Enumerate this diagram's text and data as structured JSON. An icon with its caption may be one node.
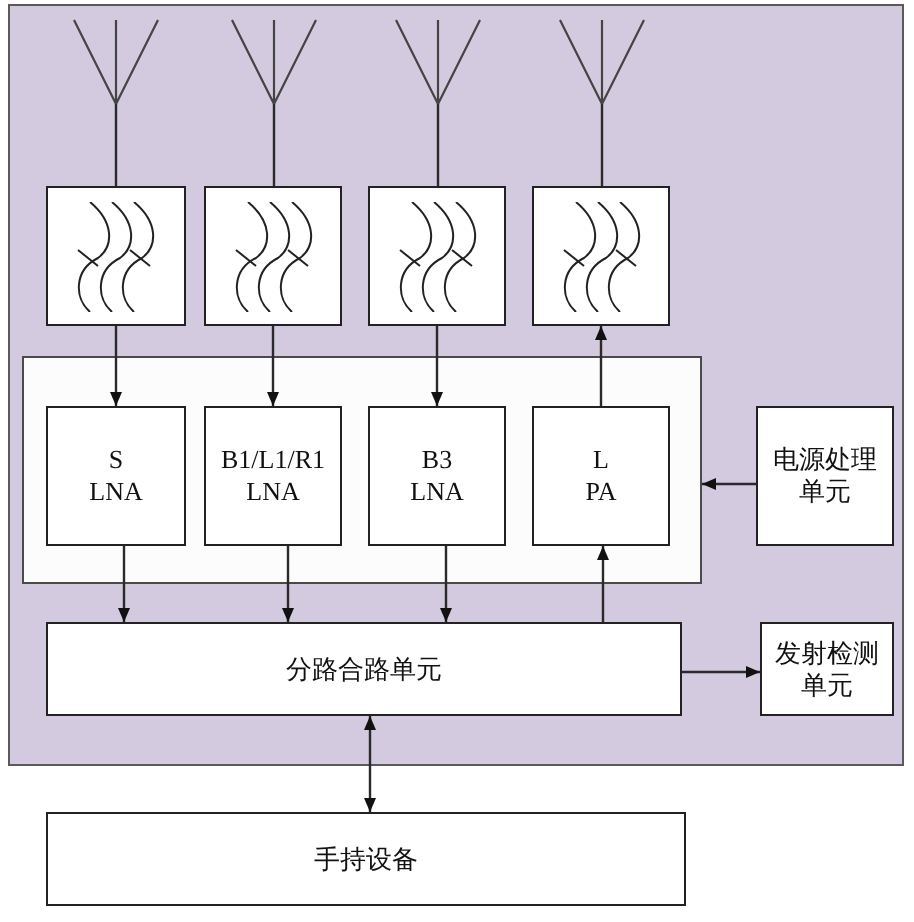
{
  "diagram": {
    "nodes": [
      {
        "text": [],
        "shape": "box"
      },
      {
        "text": [],
        "shape": "antenna",
        "in": 0
      },
      {
        "text": [],
        "shape": "antenna",
        "in": 0
      },
      {
        "text": [],
        "shape": "antenna",
        "in": 0
      },
      {
        "text": [],
        "shape": "antenna",
        "in": 0
      },
      {
        "text": [],
        "shape": "box",
        "in": 0
      },
      {
        "text": [],
        "shape": "box",
        "in": 0
      },
      {
        "text": [],
        "shape": "box",
        "in": 0
      },
      {
        "text": [],
        "shape": "box",
        "in": 0
      },
      {
        "text": [],
        "shape": "box",
        "in": 0
      },
      {
        "text": [
          "S LNA"
        ],
        "in": 9
      },
      {
        "text": [
          "B1/L1/R1 LNA"
        ],
        "in": 9
      },
      {
        "text": [
          "B3 LNA"
        ],
        "in": 9
      },
      {
        "text": [
          "L PA"
        ],
        "in": 9
      },
      {
        "text": [
          "电源处理单元"
        ],
        "in": 0
      },
      {
        "text": [
          "分路合路单元"
        ],
        "in": 0
      },
      {
        "text": [
          "发射检测单元"
        ],
        "in": 0
      },
      {
        "text": [
          "手持设备"
        ]
      }
    ],
    "edges": [
      {
        "from": 1,
        "to": 5,
        "arrow": "none"
      },
      {
        "from": 2,
        "to": 6,
        "arrow": "none"
      },
      {
        "from": 3,
        "to": 7,
        "arrow": "none"
      },
      {
        "from": 4,
        "to": 8,
        "arrow": "none"
      },
      {
        "from": 5,
        "to": 10,
        "arrow": "to"
      },
      {
        "from": 6,
        "to": 11,
        "arrow": "to"
      },
      {
        "from": 7,
        "to": 12,
        "arrow": "to"
      },
      {
        "from": 13,
        "to": 8,
        "arrow": "to"
      },
      {
        "from": 14,
        "to": 9,
        "arrow": "to"
      },
      {
        "from": 10,
        "to": 15,
        "arrow": "to"
      },
      {
        "from": 11,
        "to": 15,
        "arrow": "to"
      },
      {
        "from": 12,
        "to": 15,
        "arrow": "to"
      },
      {
        "from": 15,
        "to": 13,
        "arrow": "to"
      },
      {
        "from": 15,
        "to": 16,
        "arrow": "to"
      },
      {
        "from": 15,
        "to": 17,
        "arrow": "both"
      }
    ]
  }
}
